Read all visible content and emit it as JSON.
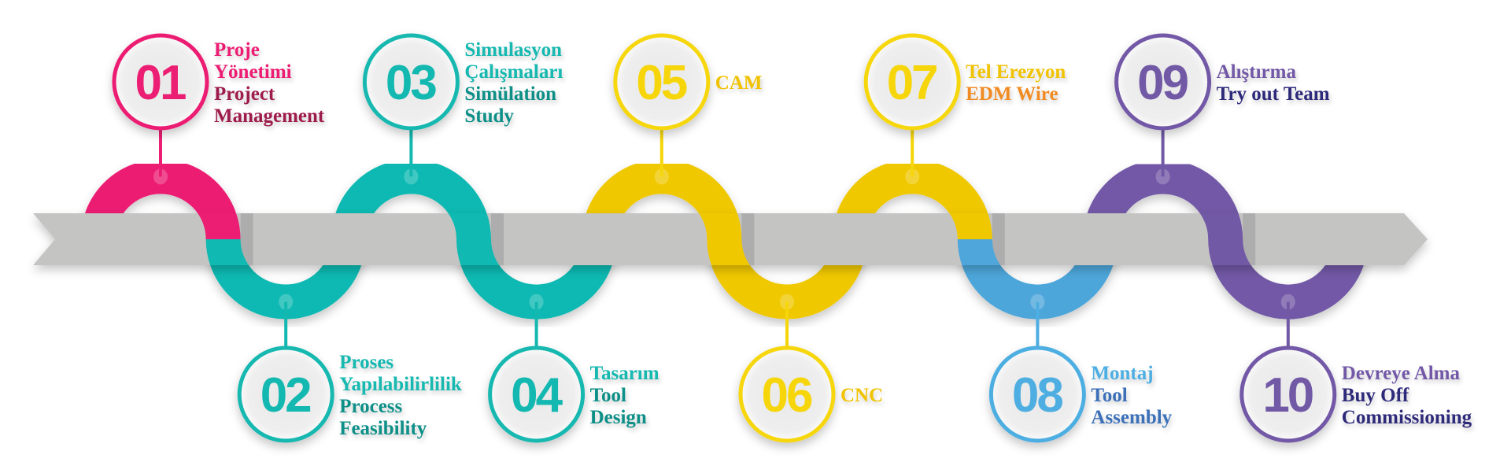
{
  "band_color": "#c4c4c3",
  "steps": [
    {
      "number": "01",
      "ring": "#ec1e73",
      "arc": "#ec1e73",
      "lines": [
        {
          "text": "Proje",
          "color": "#ec1e73"
        },
        {
          "text": "Yönetimi",
          "color": "#ec1e73"
        },
        {
          "text": "Project",
          "color": "#9e1a4c"
        },
        {
          "text": "Management",
          "color": "#9e1a4c"
        }
      ]
    },
    {
      "number": "02",
      "ring": "#13b8b0",
      "arc": "#10b9b2",
      "lines": [
        {
          "text": "Proses",
          "color": "#13b8b0"
        },
        {
          "text": "Yapılabilirlilik",
          "color": "#13b8b0"
        },
        {
          "text": "Process",
          "color": "#0c8f87"
        },
        {
          "text": "Feasibility",
          "color": "#0c8f87"
        }
      ]
    },
    {
      "number": "03",
      "ring": "#13b8b0",
      "arc": "#10b9b2",
      "lines": [
        {
          "text": "Simulasyon",
          "color": "#13b8b0"
        },
        {
          "text": "Çalışmaları",
          "color": "#13b8b0"
        },
        {
          "text": "Simülation",
          "color": "#0c8f87"
        },
        {
          "text": "Study",
          "color": "#0c8f87"
        }
      ]
    },
    {
      "number": "04",
      "ring": "#13b8b0",
      "arc": "#10b9b2",
      "lines": [
        {
          "text": "Tasarım",
          "color": "#13b8b0"
        },
        {
          "text": "Tool",
          "color": "#0c8f87"
        },
        {
          "text": "Design",
          "color": "#0c8f87"
        }
      ]
    },
    {
      "number": "05",
      "ring": "#f6d60a",
      "arc": "#f0c800",
      "lines": [
        {
          "text": "CAM",
          "color": "#f0c200"
        }
      ]
    },
    {
      "number": "06",
      "ring": "#f6d60a",
      "arc": "#f0c800",
      "lines": [
        {
          "text": "CNC",
          "color": "#f0c200"
        }
      ]
    },
    {
      "number": "07",
      "ring": "#f6d60a",
      "arc": "#f0c800",
      "lines": [
        {
          "text": "Tel Erezyon",
          "color": "#f0c200"
        },
        {
          "text": "EDM Wire",
          "color": "#f08a24"
        }
      ]
    },
    {
      "number": "08",
      "ring": "#4eaee2",
      "arc": "#4ea6da",
      "lines": [
        {
          "text": "Montaj",
          "color": "#4eaee2"
        },
        {
          "text": "Tool",
          "color": "#3a6fb8"
        },
        {
          "text": "Assembly",
          "color": "#3a6fb8"
        }
      ]
    },
    {
      "number": "09",
      "ring": "#7259a6",
      "arc": "#7259a6",
      "lines": [
        {
          "text": "Alıştırma",
          "color": "#7259a6"
        },
        {
          "text": "Try out Team",
          "color": "#2e2a7a"
        }
      ]
    },
    {
      "number": "10",
      "ring": "#7259a6",
      "arc": "#7259a6",
      "lines": [
        {
          "text": "Devreye  Alma",
          "color": "#7259a6"
        },
        {
          "text": "Buy Off",
          "color": "#2e2a7a"
        },
        {
          "text": "Commissioning",
          "color": "#2e2a7a"
        }
      ]
    }
  ]
}
